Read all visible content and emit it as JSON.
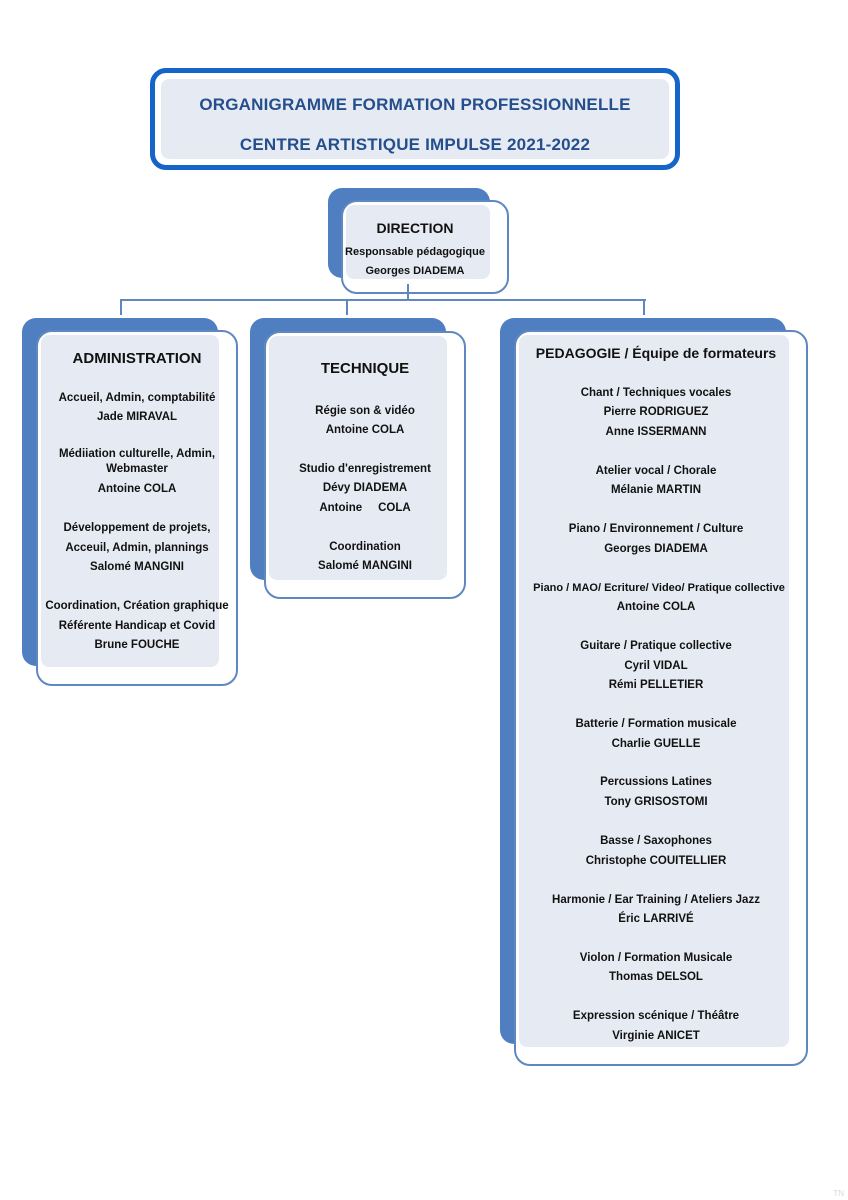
{
  "title": {
    "line1": "ORGANIGRAMME FORMATION PROFESSIONNELLE",
    "line2": "CENTRE ARTISTIQUE IMPULSE 2021-2022"
  },
  "direction": {
    "heading": "DIRECTION",
    "role": "Responsable pédagogique",
    "name": "Georges DIADEMA"
  },
  "administration": {
    "heading": "ADMINISTRATION",
    "lines": [
      "Accueil, Admin, comptabilité",
      "Jade MIRAVAL",
      "Médiiation culturelle, Admin,",
      "Webmaster",
      "Antoine COLA",
      "Développement de projets,",
      "Acceuil, Admin, plannings",
      "Salomé MANGINI",
      "Coordination, Création graphique",
      "Référente Handicap et Covid",
      "Brune FOUCHE"
    ]
  },
  "technique": {
    "heading": "TECHNIQUE",
    "lines": [
      "Régie son & vidéo",
      "Antoine COLA",
      "Studio d'enregistrement",
      "Dévy DIADEMA",
      "Antoine     COLA",
      "Coordination",
      "Salomé MANGINI"
    ]
  },
  "pedagogie": {
    "heading": "PEDAGOGIE  / Équipe de formateurs",
    "lines": [
      "Chant / Techniques vocales",
      "Pierre RODRIGUEZ",
      "Anne ISSERMANN",
      "Atelier vocal / Chorale",
      "Mélanie MARTIN",
      "Piano / Environnement / Culture",
      "Georges DIADEMA",
      "Piano / MAO/ Ecriture/ Video/ Pratique collective",
      "Antoine COLA",
      "Guitare / Pratique collective",
      "Cyril VIDAL",
      "Rémi PELLETIER",
      "Batterie / Formation musicale",
      "Charlie GUELLE",
      "Percussions Latines",
      "Tony GRISOSTOMI",
      "Basse / Saxophones",
      "Christophe COUITELLIER",
      "Harmonie / Ear Training / Ateliers Jazz",
      "Éric LARRIVÉ",
      "Violon / Formation Musicale",
      "Thomas DELSOL",
      "Expression scénique / Théâtre",
      "Virginie ANICET"
    ]
  },
  "footer_mark": "TN"
}
